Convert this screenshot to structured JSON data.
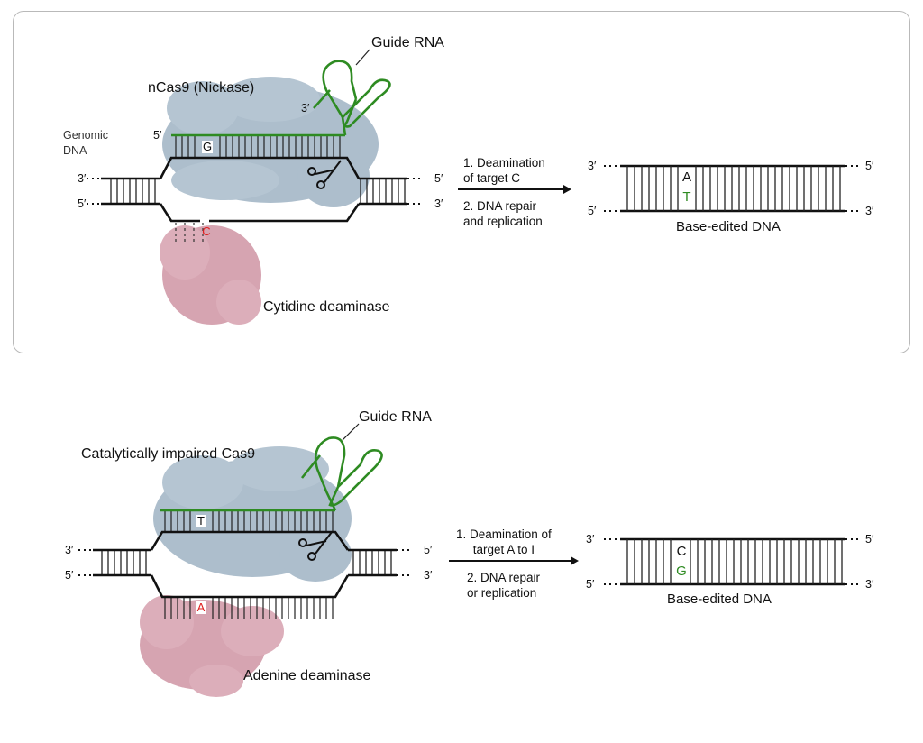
{
  "colors": {
    "guide_rna": "#2e8b22",
    "protein": "#8fa6b8",
    "deaminase": "#c98a9a",
    "red_base": "#e02020",
    "green_base": "#2e8b22",
    "panel_border": "#b9b9b9"
  },
  "panel1": {
    "guide_rna": "Guide RNA",
    "protein_label": "nCas9 (Nickase)",
    "genomic_dna": "Genomic\nDNA",
    "guide_3": "3′",
    "guide_5": "5′",
    "end_left_top": "3′",
    "end_left_bot": "5′",
    "end_right_top": "5′",
    "end_right_bot": "3′",
    "base_top": "G",
    "base_bottom": "C",
    "deaminase": "Cytidine deaminase",
    "step1": "1. Deamination\nof target C",
    "step2": "2. DNA repair\nand replication",
    "result": {
      "left_top": "3′",
      "left_bot": "5′",
      "right_top": "5′",
      "right_bot": "3′",
      "base_top": "A",
      "base_bottom": "T",
      "label": "Base-edited DNA"
    }
  },
  "panel2": {
    "guide_rna": "Guide RNA",
    "protein_label": "Catalytically impaired Cas9",
    "end_left_top": "3′",
    "end_left_bot": "5′",
    "end_right_top": "5′",
    "end_right_bot": "3′",
    "base_top": "T",
    "base_bottom": "A",
    "deaminase": "Adenine deaminase",
    "step1": "1. Deamination of\ntarget A to I",
    "step2": "2. DNA repair\nor replication",
    "result": {
      "left_top": "3′",
      "left_bot": "5′",
      "right_top": "5′",
      "right_bot": "3′",
      "base_top": "C",
      "base_bottom": "G",
      "label": "Base-edited DNA"
    }
  }
}
